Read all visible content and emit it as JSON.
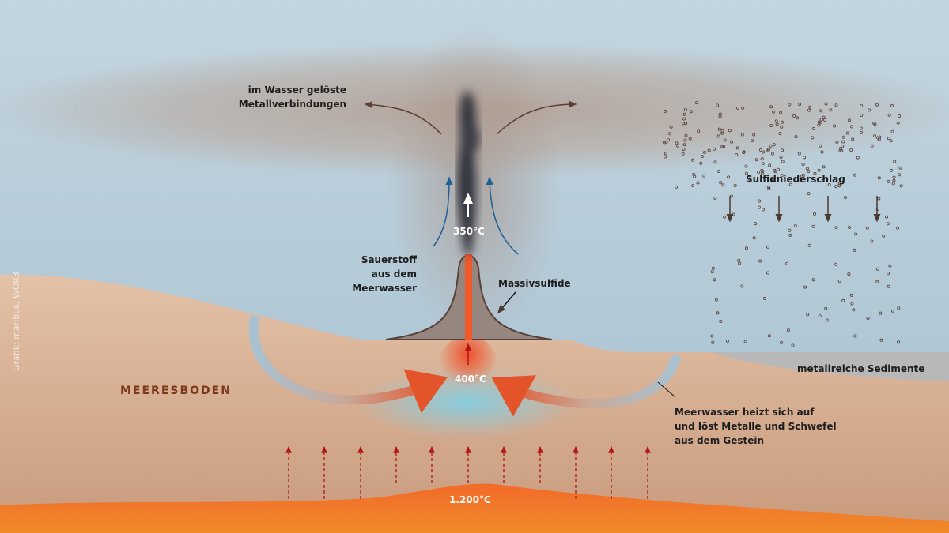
{
  "labels": {
    "metal_compounds": [
      "im Wasser gelöste",
      "Metallverbindungen"
    ],
    "sulfide_precipitation": "Sulfidniederschlag",
    "temp_350": "350°C",
    "oxygen": [
      "Sauerstoff",
      "aus dem",
      "Meerwasser"
    ],
    "massive_sulfides": "Massivsulfide",
    "metal_rich_sediments": "metallreiche Sedimente",
    "seafloor": "MEERESBODEN",
    "temp_400": "400°C",
    "seawater_heating": [
      "Meerwasser heizt sich auf",
      "und löst Metalle und Schwefel",
      "aus dem Gestein"
    ],
    "temp_1200": "1.200°C",
    "credit": "Grafik: maribus, WOR3"
  },
  "colors": {
    "water": "#aac4d4",
    "plume_haze": "#b9a89e",
    "seafloor": "#d9b196",
    "magma": "#f06a2a",
    "smoke": "#3a3d44",
    "seafloor_label": "#7a3a1a",
    "upflow_arrow": "#1e5f95",
    "heat_arrow": "#b01818"
  }
}
